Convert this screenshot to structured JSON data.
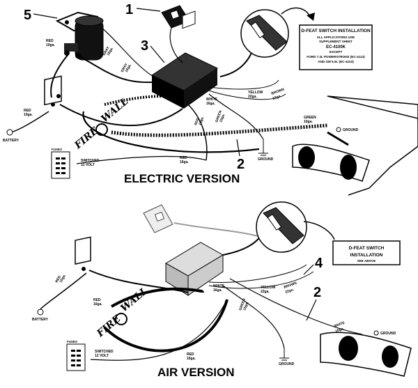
{
  "callouts": {
    "n1": "1",
    "n2_top": "2",
    "n3": "3",
    "n4": "4",
    "n5": "5",
    "n2_bottom": "2"
  },
  "titles": {
    "electric": "ELECTRIC VERSION",
    "air": "AIR VERSION"
  },
  "top_box": {
    "title": "D-FEAT SWITCH INSTALLATION",
    "line1": "ALL APPLICATIONS USE",
    "line2": "SUPPLEMENT SHEET",
    "part": "EC-4100K",
    "except": "EXCEPT",
    "line3": "FORD 7.3L POWERSTROKE (EC-4113)",
    "line4": "AND GM 6.5L (EC-4103)"
  },
  "bottom_box": {
    "line1": "D-FEAT SWITCH",
    "line2": "INSTALLATION",
    "line3": "SEE ABOVE"
  },
  "labels_top": {
    "red_a": "RED",
    "red_a_g": "10ga.",
    "gray_a": "GRAY",
    "gray_a_g": "16ga.",
    "gray_b": "GRAY",
    "gray_b_g": "16ga.",
    "red_b": "RED",
    "red_b_g": "16ga.",
    "red_c": "RED",
    "red_c_g": "10ga.",
    "white": "WHITE",
    "white_g": "16ga.",
    "yellow": "YELLOW",
    "yellow_g": "22ga.",
    "brown": "BROWN",
    "brown_g": "22ga.",
    "green_a": "GREEN",
    "green_a_g": "16ga.",
    "green_b": "GREEN",
    "green_b_g": "10ga.",
    "red_d": "RED",
    "red_d_g": "16ga.",
    "switched": "SWITCHED",
    "twelve_volt": "12 VOLT",
    "fuses": "FUSES",
    "ground_a": "GROUND",
    "ground_b": "GROUND",
    "battery": "BATTERY",
    "fire": "FIRE",
    "wall": "WALL"
  },
  "labels_bottom": {
    "red_a": "RED",
    "red_a_g": "10ga.",
    "red_b": "RED",
    "red_b_g": "16ga.",
    "white": "WHITE",
    "white_g": "16ga.",
    "yellow": "YELLOW",
    "yellow_g": "22ga.",
    "brown": "BROWN",
    "brown_g": "22ga.",
    "green": "GREEN",
    "green_g": "16ga.",
    "red_c": "RED",
    "red_c_g": "16ga.",
    "white_b": "WHITE",
    "white_b_g": "16ga.",
    "switched": "SWITCHED",
    "twelve_volt": "12 VOLT",
    "fuses": "FUSES",
    "ground_a": "GROUND",
    "ground_b": "GROUND",
    "battery": "BATTERY",
    "fire": "FIRE",
    "wall": "WALL"
  }
}
